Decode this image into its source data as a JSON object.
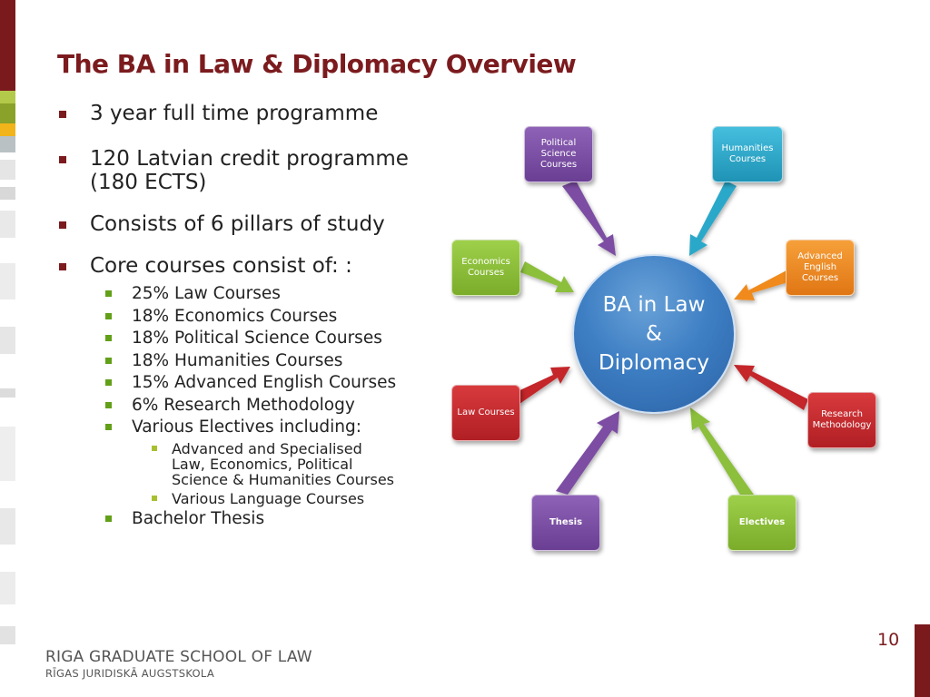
{
  "slide": {
    "title": "The BA in Law & Diplomacy Overview",
    "page_number": "10"
  },
  "bullets": {
    "b1": "3 year full time programme",
    "b2": "120 Latvian credit programme (180 ECTS)",
    "b3": "Consists of 6 pillars of study",
    "b4": "Core courses consist of: :",
    "sub": [
      "25% Law Courses",
      "18% Economics Courses",
      "18% Political Science Courses",
      "18% Humanities Courses",
      "15% Advanced English Courses",
      "6% Research Methodology",
      "Various Electives including:"
    ],
    "subsub": [
      "Advanced  and Specialised Law, Economics, Political Science & Humanities Courses",
      "Various Language Courses"
    ],
    "last": "Bachelor Thesis"
  },
  "diagram": {
    "center": "BA in Law & Diplomacy",
    "nodes": {
      "political": "Political Science Courses",
      "humanities": "Humanities Courses",
      "economics": "Economics Courses",
      "english": "Advanced English Courses",
      "law": "Law Courses",
      "research": "Research Methodology",
      "thesis": "Thesis",
      "electives": "Electives"
    },
    "colors": {
      "purple": "#7b4ea3",
      "teal": "#29a8c9",
      "green": "#8cbf3a",
      "orange": "#f08a1e",
      "red": "#c4282c",
      "blue": "#3e7fc4"
    }
  },
  "footer": {
    "line1": "RIGA GRADUATE SCHOOL OF LAW",
    "line2": "RĪGAS JURIDISKĀ AUGSTSKOLA"
  },
  "theme": {
    "maroon": "#7b1b1e",
    "bullet_green": "#62a018"
  }
}
